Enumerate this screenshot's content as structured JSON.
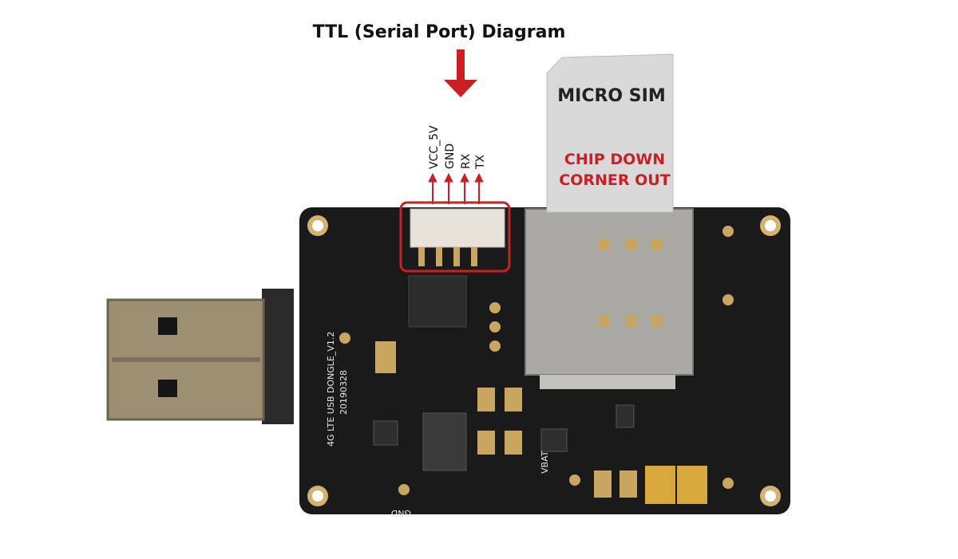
{
  "title": "TTL (Serial Port) Diagram",
  "pins": [
    "VCC_5V",
    "GND",
    "RX",
    "TX"
  ],
  "sim": {
    "name": "MICRO SIM",
    "note_line1": "CHIP DOWN",
    "note_line2": "CORNER OUT"
  },
  "board": {
    "silk_model": "4G LTE USB DONGLE_V1.2",
    "silk_date": "20190328",
    "silk_gnd": "GND",
    "silk_vbat": "VBAT"
  },
  "colors": {
    "accent": "#cc1f24",
    "pcb": "#1a1a1a"
  }
}
